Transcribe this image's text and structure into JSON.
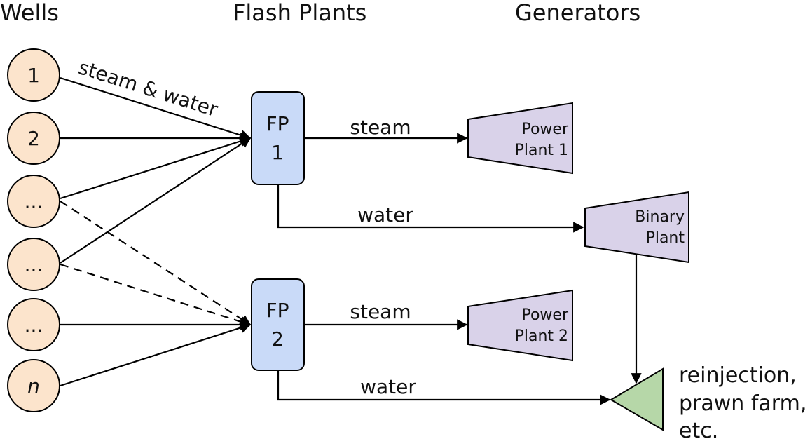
{
  "headers": {
    "wells": "Wells",
    "flash_plants": "Flash Plants",
    "generators": "Generators"
  },
  "wells": [
    "1",
    "2",
    "...",
    "...",
    "...",
    "n"
  ],
  "flash_plants": {
    "fp1": {
      "line1": "FP",
      "line2": "1"
    },
    "fp2": {
      "line1": "FP",
      "line2": "2"
    }
  },
  "flows": {
    "steam_and_water": "steam & water",
    "steam1": "steam",
    "water1": "water",
    "steam2": "steam",
    "water2": "water"
  },
  "generators": {
    "power_plant_1": {
      "line1": "Power",
      "line2": "Plant 1"
    },
    "binary_plant": {
      "line1": "Binary",
      "line2": "Plant"
    },
    "power_plant_2": {
      "line1": "Power",
      "line2": "Plant 2"
    }
  },
  "outlet": {
    "line1": "reinjection,",
    "line2": "prawn farm,",
    "line3": "etc."
  },
  "colors": {
    "well_fill": "#fce4cc",
    "flash_plant_fill": "#c9daf8",
    "generator_fill": "#d9d2e9",
    "outlet_fill": "#b6d7a8"
  }
}
